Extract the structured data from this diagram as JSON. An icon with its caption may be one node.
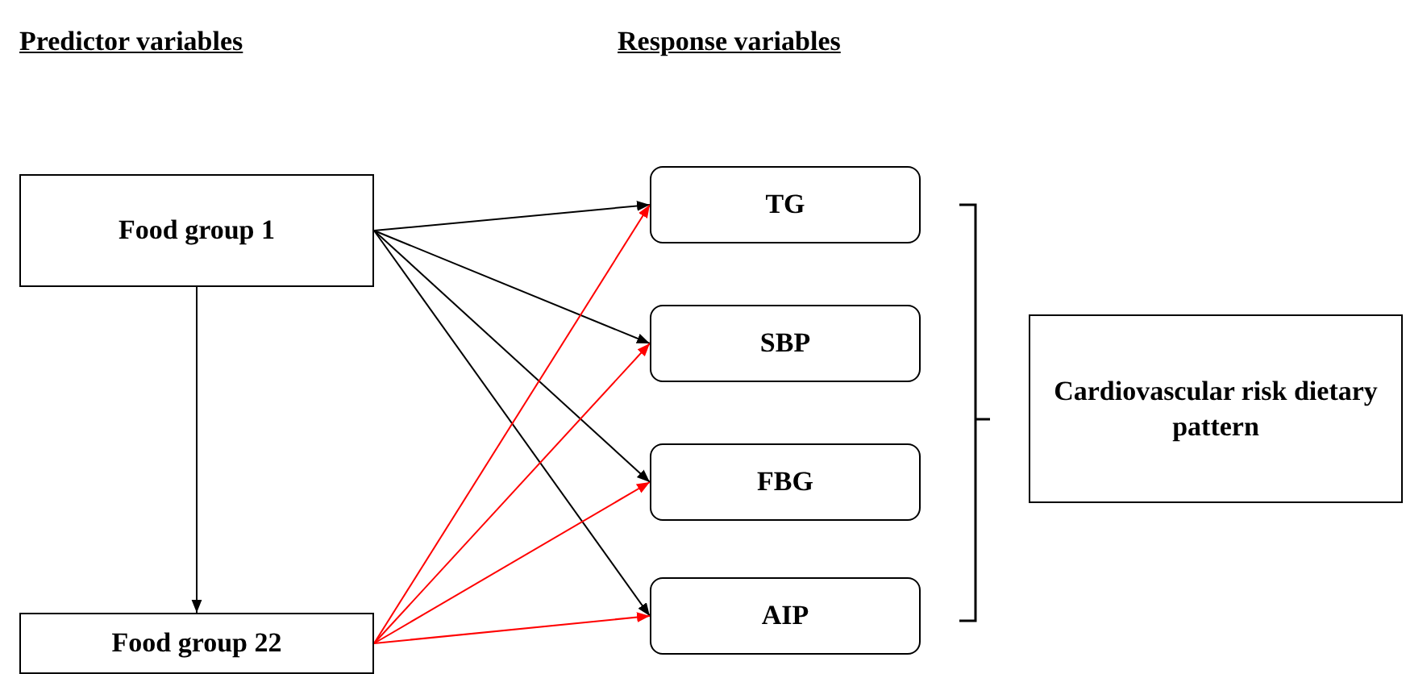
{
  "diagram": {
    "nodes": [
      {
        "text": [
          "Food group 1"
        ]
      },
      {
        "text": [
          "Food group 22"
        ]
      },
      {
        "text": [
          "TG"
        ]
      },
      {
        "text": [
          "SBP"
        ]
      },
      {
        "text": [
          "FBG"
        ]
      },
      {
        "text": [
          "AIP"
        ]
      },
      {
        "text": [
          "Cardiovascular risk dietary pattern"
        ]
      }
    ],
    "edges": [
      {
        "from": 0,
        "to": 1,
        "arrow": "to"
      },
      {
        "from": 0,
        "to": 2,
        "arrow": "to"
      },
      {
        "from": 0,
        "to": 3,
        "arrow": "to"
      },
      {
        "from": 0,
        "to": 4,
        "arrow": "to"
      },
      {
        "from": 0,
        "to": 5,
        "arrow": "to"
      },
      {
        "from": 1,
        "to": 2,
        "arrow": "to",
        "color": "#ff0000"
      },
      {
        "from": 1,
        "to": 3,
        "arrow": "to",
        "color": "#ff0000"
      },
      {
        "from": 1,
        "to": 4,
        "arrow": "to",
        "color": "#ff0000"
      },
      {
        "from": 1,
        "to": 5,
        "arrow": "to",
        "color": "#ff0000"
      }
    ],
    "labels": [
      "Predictor variables",
      "Response variables"
    ]
  }
}
